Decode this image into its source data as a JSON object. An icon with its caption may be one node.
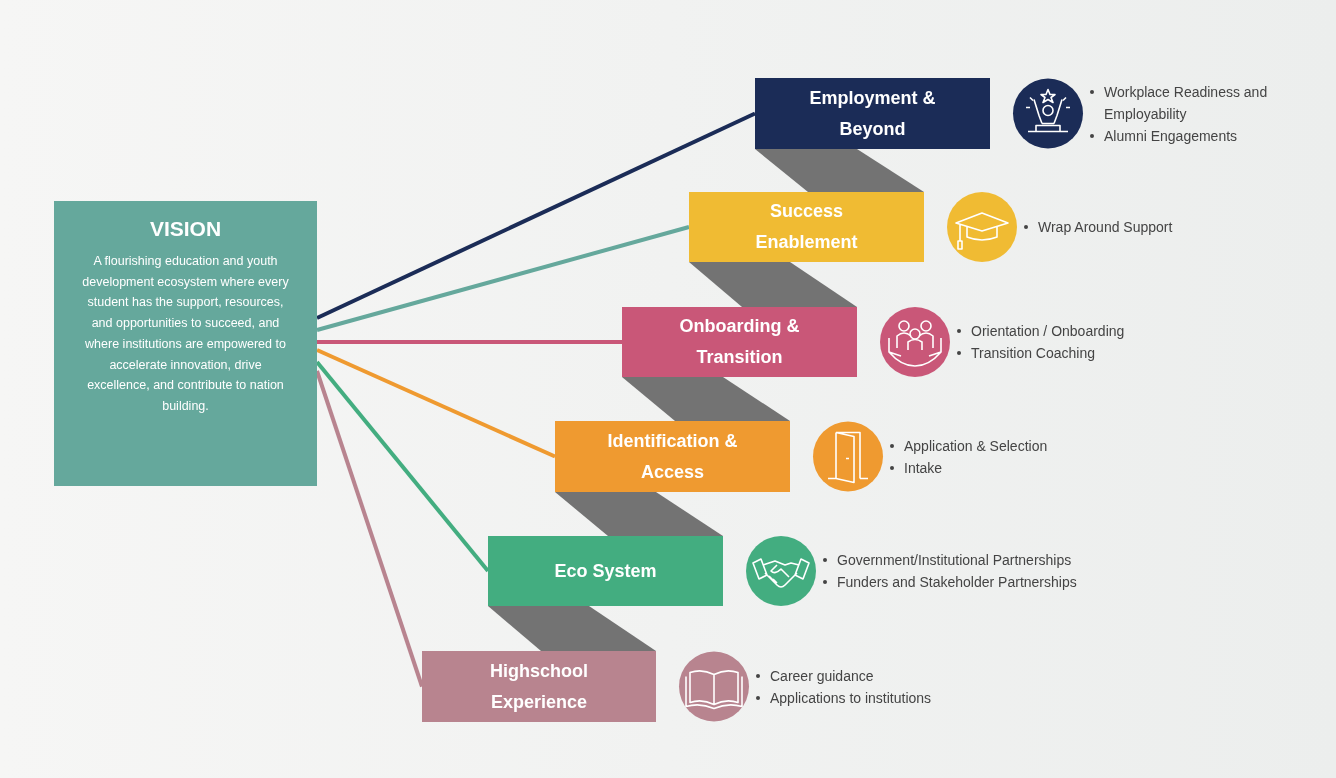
{
  "diagram": {
    "nodes": [
      {
        "text": [
          "VISION",
          "A flourishing education and youth development ecosystem where every student has the support, resources, and opportunities to succeed, and where institutions are empowered to accelerate innovation, drive excellence, and contribute to nation building."
        ]
      },
      {
        "text": [
          "Employment & Beyond"
        ]
      },
      {
        "text": [
          "Success Enablement"
        ]
      },
      {
        "text": [
          "Onboarding & Transition"
        ]
      },
      {
        "text": [
          "Identification & Access"
        ]
      },
      {
        "text": [
          "Eco System"
        ]
      },
      {
        "text": [
          "Highschool Experience"
        ]
      }
    ],
    "edges": [
      {
        "from": 0,
        "to": 1,
        "arrow": "none",
        "color": "#1b2c57"
      },
      {
        "from": 0,
        "to": 2,
        "arrow": "none",
        "color": "#65a89c"
      },
      {
        "from": 0,
        "to": 3,
        "arrow": "none",
        "color": "#c95778"
      },
      {
        "from": 0,
        "to": 4,
        "arrow": "none",
        "color": "#ef9a30"
      },
      {
        "from": 0,
        "to": 5,
        "arrow": "none",
        "color": "#43ad80"
      },
      {
        "from": 0,
        "to": 6,
        "arrow": "none",
        "color": "#b8848f"
      }
    ],
    "labels": [
      "Workplace Readiness  and Employability",
      "Alumni Engagements",
      "Wrap Around Support",
      "Orientation / Onboarding",
      "Transition Coaching",
      "Application & Selection",
      "Intake",
      "Government/Institutional Partnerships",
      "Funders and Stakeholder Partnerships",
      "Career guidance",
      "Applications to institutions"
    ]
  }
}
